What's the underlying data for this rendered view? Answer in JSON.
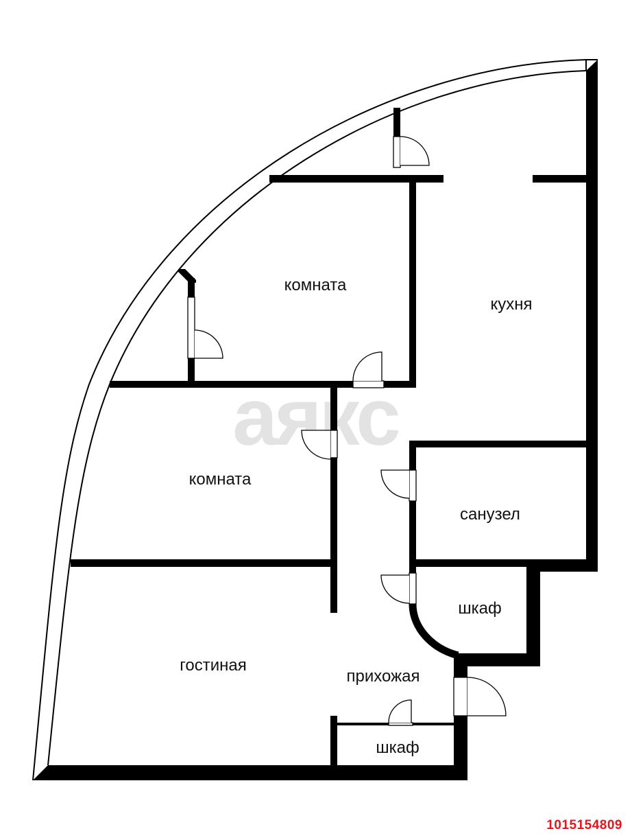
{
  "watermark": "аякс",
  "rooms": {
    "room_top": "комната",
    "kitchen": "кухня",
    "room_middle": "комната",
    "bathroom": "санузел",
    "closet_right": "шкаф",
    "living_room": "гостиная",
    "hallway": "прихожая",
    "closet_bottom": "шкаф"
  },
  "listing_id": "1015154809",
  "colors": {
    "walls": "#000000",
    "background": "#ffffff",
    "watermark": "#e3e3e3",
    "listing_id": "#e8141c"
  }
}
